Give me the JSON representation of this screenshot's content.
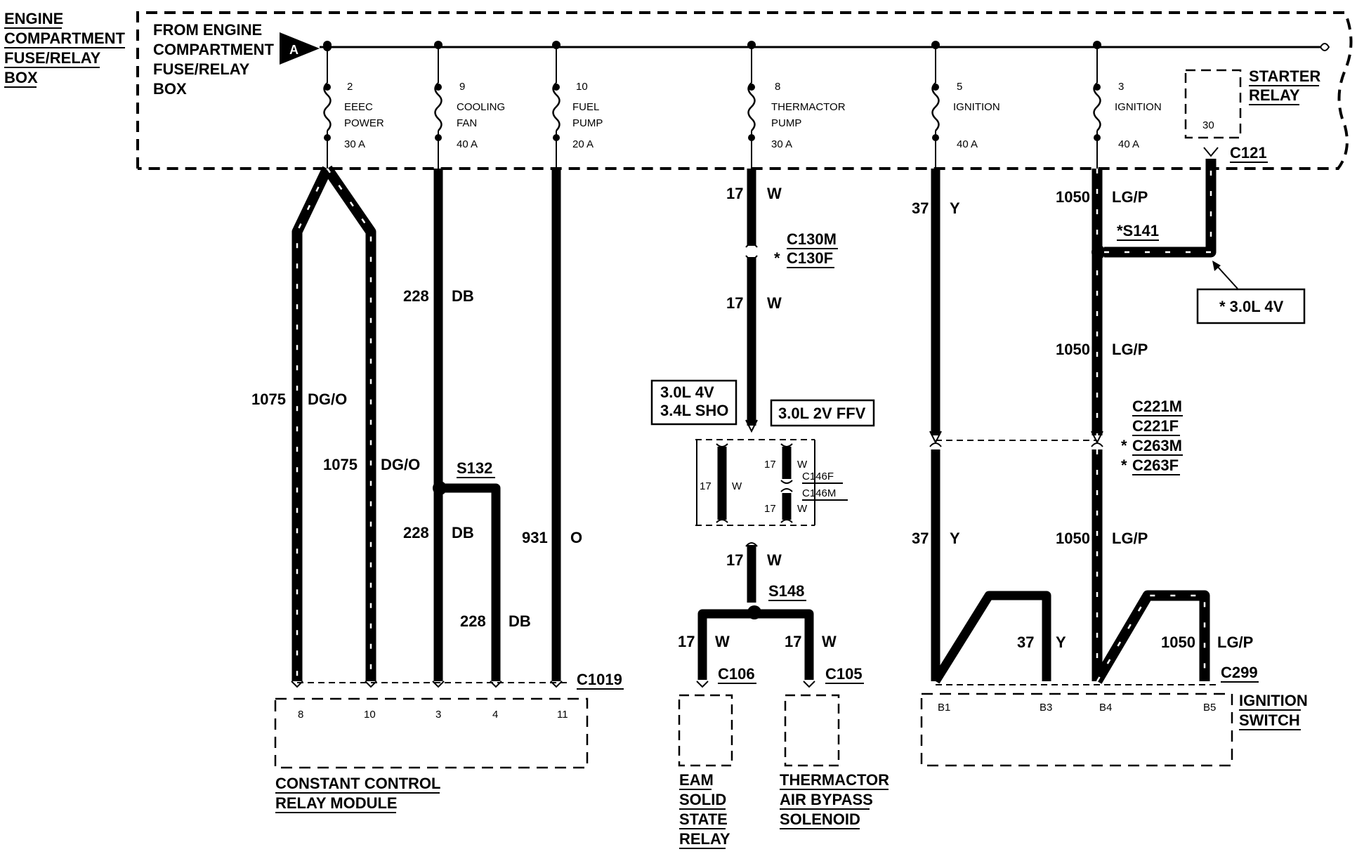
{
  "source_label": {
    "line1": "ENGINE",
    "line2": "COMPARTMENT",
    "line3": "FUSE/RELAY",
    "line4": "BOX"
  },
  "fuse_box": {
    "title_line1": "FROM ENGINE",
    "title_line2": "COMPARTMENT",
    "title_line3": "FUSE/RELAY",
    "title_line4": "BOX",
    "connector_letter": "A",
    "starter_relay": {
      "label_line1": "STARTER",
      "label_line2": "RELAY",
      "pin": "30"
    },
    "fuses": [
      {
        "number": "2",
        "name_line1": "EEEC",
        "name_line2": "POWER",
        "rating": "30 A"
      },
      {
        "number": "9",
        "name_line1": "COOLING",
        "name_line2": "FAN",
        "rating": "40 A"
      },
      {
        "number": "10",
        "name_line1": "FUEL",
        "name_line2": "PUMP",
        "rating": "20 A"
      },
      {
        "number": "8",
        "name_line1": "THERMACTOR",
        "name_line2": "PUMP",
        "rating": "30 A"
      },
      {
        "number": "5",
        "name_line1": "IGNITION",
        "name_line2": "",
        "rating": "40 A"
      },
      {
        "number": "3",
        "name_line1": "IGNITION",
        "name_line2": "",
        "rating": "40 A"
      }
    ]
  },
  "wires": {
    "w1075_a": {
      "circuit": "1075",
      "color": "DG/O"
    },
    "w1075_b": {
      "circuit": "1075",
      "color": "DG/O"
    },
    "w228_top": {
      "circuit": "228",
      "color": "DB"
    },
    "w228_mid": {
      "circuit": "228",
      "color": "DB"
    },
    "w228_branch": {
      "circuit": "228",
      "color": "DB"
    },
    "w931": {
      "circuit": "931",
      "color": "O"
    },
    "w17_top": {
      "circuit": "17",
      "color": "W"
    },
    "w17_mid": {
      "circuit": "17",
      "color": "W"
    },
    "w17_left_jumper": {
      "circuit": "17",
      "color": "W"
    },
    "w17_c146_top": {
      "circuit": "17",
      "color": "W"
    },
    "w17_c146_bot": {
      "circuit": "17",
      "color": "W"
    },
    "w17_low": {
      "circuit": "17",
      "color": "W"
    },
    "w17_c106": {
      "circuit": "17",
      "color": "W"
    },
    "w17_c105": {
      "circuit": "17",
      "color": "W"
    },
    "w37_top": {
      "circuit": "37",
      "color": "Y"
    },
    "w37_bot": {
      "circuit": "37",
      "color": "Y"
    },
    "w37_b3": {
      "circuit": "37",
      "color": "Y"
    },
    "w1050_top": {
      "circuit": "1050",
      "color": "LG/P"
    },
    "w1050_mid": {
      "circuit": "1050",
      "color": "LG/P"
    },
    "w1050_bot": {
      "circuit": "1050",
      "color": "LG/P"
    },
    "w1050_b5": {
      "circuit": "1050",
      "color": "LG/P"
    }
  },
  "connectors": {
    "c130": {
      "male": "C130M",
      "female": "C130F",
      "star": "*"
    },
    "c146": {
      "female": "C146F",
      "male": "C146M"
    },
    "c221": {
      "male": "C221M",
      "female": "C221F"
    },
    "c263": {
      "male": "C263M",
      "female": "C263F",
      "star": "*"
    },
    "c121": "C121",
    "c1019": "C1019",
    "c106": "C106",
    "c105": "C105",
    "c299": "C299"
  },
  "splices": {
    "s132": "S132",
    "s141": "*S141",
    "s148": "S148"
  },
  "notes": {
    "engine_30l_4v": "* 3.0L  4V",
    "variant_a_line1": "3.0L 4V",
    "variant_a_line2": "3.4L SHO",
    "variant_b": "3.0L 2V FFV"
  },
  "components": {
    "ccrm": {
      "line1": "CONSTANT CONTROL",
      "line2": "RELAY MODULE",
      "pins": [
        "8",
        "10",
        "3",
        "4",
        "11"
      ]
    },
    "eam": {
      "line1": "EAM",
      "line2": "SOLID",
      "line3": "STATE",
      "line4": "RELAY"
    },
    "thermactor": {
      "line1": "THERMACTOR",
      "line2": "AIR BYPASS",
      "line3": "SOLENOID"
    },
    "ignition_switch": {
      "line1": "IGNITION",
      "line2": "SWITCH",
      "pins": [
        "B1",
        "B3",
        "B4",
        "B5"
      ]
    }
  }
}
